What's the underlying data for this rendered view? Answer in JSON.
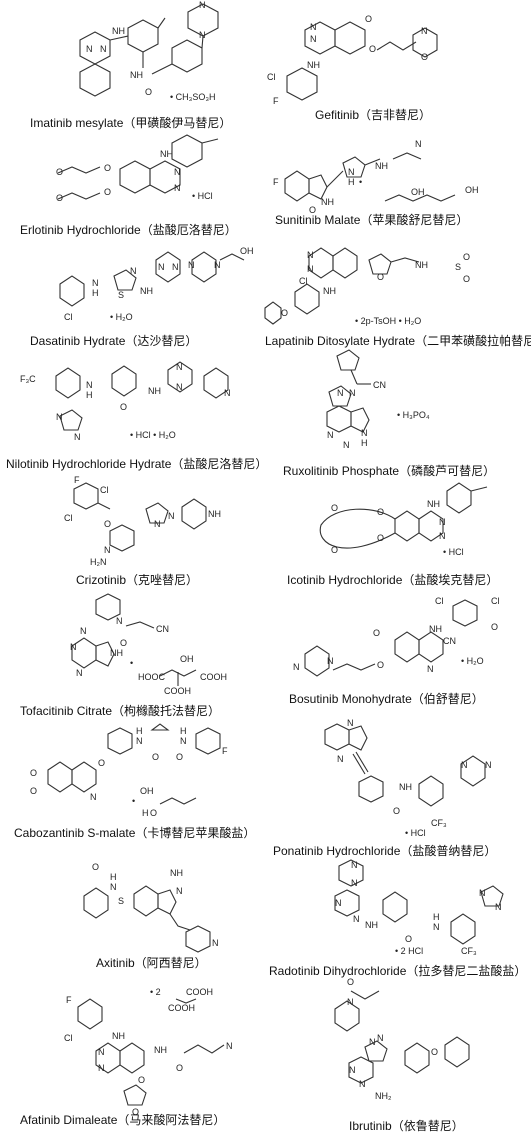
{
  "compounds": [
    {
      "caption": "Imatinib mesylate（甲磺酸伊马替尼）",
      "salt": "• CH₃SO₃H"
    },
    {
      "caption": "Gefitinib（吉非替尼）",
      "salt": ""
    },
    {
      "caption": "Erlotinib Hydrochloride（盐酸厄洛替尼）",
      "salt": "• HCl"
    },
    {
      "caption": "Sunitinib Malate（苹果酸舒尼替尼）",
      "salt": "•"
    },
    {
      "caption": "Dasatinib Hydrate（达沙替尼）",
      "salt": "• H₂O"
    },
    {
      "caption": "Lapatinib Ditosylate Hydrate（二甲苯磺酸拉帕替尼）",
      "salt": "• 2p-TsOH • H₂O"
    },
    {
      "caption": "Nilotinib Hydrochloride Hydrate（盐酸尼洛替尼）",
      "salt": "• HCl • H₂O"
    },
    {
      "caption": "Ruxolitinib Phosphate（磷酸芦可替尼）",
      "salt": "• H₃PO₄"
    },
    {
      "caption": "Crizotinib（克唑替尼）",
      "salt": ""
    },
    {
      "caption": "Icotinib Hydrochloride（盐酸埃克替尼）",
      "salt": "• HCl"
    },
    {
      "caption": "Tofacitinib Citrate（枸橼酸托法替尼）",
      "salt": "•"
    },
    {
      "caption": "Bosutinib Monohydrate（伯舒替尼）",
      "salt": "• H₂O"
    },
    {
      "caption": "Cabozantinib S-malate（卡博替尼苹果酸盐）",
      "salt": "•"
    },
    {
      "caption": "Ponatinib Hydrochloride（盐酸普纳替尼）",
      "salt": "• HCl"
    },
    {
      "caption": "Axitinib（阿西替尼）",
      "salt": ""
    },
    {
      "caption": "Radotinib Dihydrochloride（拉多替尼二盐酸盐）",
      "salt": "• 2 HCl"
    },
    {
      "caption": "Afatinib Dimaleate（马来酸阿法替尼）",
      "salt": "• 2"
    },
    {
      "caption": "Ibrutinib（依鲁替尼）",
      "salt": ""
    }
  ],
  "atoms": {
    "nh": "NH",
    "n": "N",
    "h": "H",
    "o": "O",
    "s": "S",
    "cl": "Cl",
    "f": "F",
    "cf3": "CF₃",
    "cn": "CN",
    "nh2": "NH₂",
    "h2n": "H₂N",
    "oh": "OH",
    "cooh": "COOH",
    "hooc": "HOOC",
    "hn": "HN",
    "f3c": "F₃C"
  }
}
